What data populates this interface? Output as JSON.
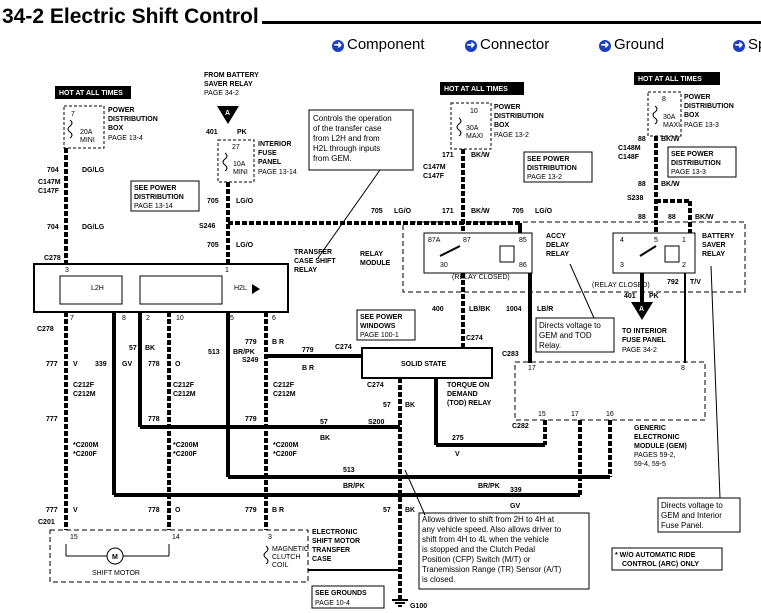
{
  "header": {
    "title": "34-2 Electric Shift Control",
    "nav": [
      {
        "label": "Component"
      },
      {
        "label": "Connector"
      },
      {
        "label": "Ground"
      },
      {
        "label": "Sp"
      }
    ]
  },
  "labels": {
    "hot1": "HOT AT ALL TIMES",
    "hot2": "HOT AT ALL TIMES",
    "hot3": "HOT AT ALL TIMES",
    "pdb1": [
      "POWER",
      "DISTRIBUTION",
      "BOX",
      "PAGE  13-4"
    ],
    "pdb2": [
      "POWER",
      "DISTRIBUTION",
      "BOX",
      "PAGE  13-2"
    ],
    "pdb3": [
      "POWER",
      "DISTRIBUTION",
      "BOX",
      "PAGE  13-3"
    ],
    "fuse7": "7",
    "fuse7a": "20A",
    "fuse7b": "MINI",
    "fuse10": "10",
    "fuse10a": "30A",
    "fuse10b": "MAXI",
    "fuse8": "8",
    "fuse8a": "30A",
    "fuse8b": "MAXI",
    "fuse27": "27",
    "fuse27a": "10A",
    "fuse27b": "MINI",
    "fromrelay": [
      "FROM BATTERY",
      "SAVER RELAY",
      "PAGE 34-2"
    ],
    "connA": "A",
    "w401": "401",
    "pk": "PK",
    "ifp": [
      "INTERIOR",
      "FUSE",
      "PANEL",
      "PAGE  13-14"
    ],
    "controls": [
      "Controls the operation",
      "of the transfer case",
      "from L2H and from",
      "H2L through inputs",
      "from GEM."
    ],
    "seepd1": [
      "SEE POWER",
      "DISTRIBUTION",
      "PAGE  13-14"
    ],
    "seepd2": [
      "SEE POWER",
      "DISTRIBUTION",
      "PAGE  13-2"
    ],
    "seepd3": [
      "SEE POWER",
      "DISTRIBUTION",
      "PAGE  13-3"
    ],
    "w704": "704",
    "dglg": "DG/LG",
    "c147m": "C147M",
    "c147f": "C147F",
    "w705": "705",
    "lgo": "LG/O",
    "s246": "S246",
    "w171": "171",
    "bkw": "BK/W",
    "w88": "88",
    "s238": "S238",
    "c148m": "C148M",
    "c148f": "C148F",
    "relaymodule": [
      "RELAY",
      "MODULE"
    ],
    "accy": [
      "ACCY",
      "DELAY",
      "RELAY"
    ],
    "bsr": [
      "BATTERY",
      "SAVER",
      "RELAY"
    ],
    "relayclosed": "(RELAY CLOSED)",
    "tcsr": [
      "TRANSFER",
      "CASE SHIFT",
      "RELAY"
    ],
    "c278": "C278",
    "l2h": "L2H",
    "h2l": "H2L",
    "seepw": [
      "SEE POWER",
      "WINDOWS",
      "PAGE  100-1"
    ],
    "w400": "400",
    "lbbk": "LB/BK",
    "c274": "C274",
    "w1004": "1004",
    "lbr": "LB/R",
    "directs1": [
      "Directs voltage to",
      "GEM and TOD",
      "Relay."
    ],
    "toifp": [
      "TO INTERIOR",
      "FUSE PANEL",
      "PAGE  34-2"
    ],
    "w792": "792",
    "tv": "T/V",
    "c283": "C283",
    "solid": "SOLID STATE",
    "tod": [
      "TORQUE ON",
      "DEMAND",
      "(TOD) RELAY"
    ],
    "w777": "777",
    "v": "V",
    "w339": "339",
    "gv": "GV",
    "w57": "57",
    "bk": "BK",
    "w778": "778",
    "o": "O",
    "w513": "513",
    "brpk": "BR/PK",
    "w779": "779",
    "br": "B R",
    "s249": "S249",
    "c212f": "C212F",
    "c212m": "C212M",
    "c200m": "*C200M",
    "c200f": "*C200F",
    "s200": "S200",
    "w275": "275",
    "c282": "C282",
    "gem": [
      "GENERIC",
      "ELECTRONIC",
      "MODULE (GEM)",
      "PAGES  59-2,",
      "59-4,  59-5"
    ],
    "c201": "C201",
    "esm": [
      "ELECTRONIC",
      "SHIFT MOTOR",
      "TRANSFER",
      "CASE"
    ],
    "shiftmotor": "SHIFT MOTOR",
    "mcc": [
      "MAGNETIC",
      "CLUTCH",
      "COIL"
    ],
    "allows": [
      "Allows driver to shift from 2H to 4H at",
      "any vehicle speed.  Also allows driver to",
      "shift from 4H to 4L when the vehicle",
      "is stopped and the Clutch Pedal",
      "Position (CFP) Switch (M/T) or",
      "Tranemission Range (TR) Sensor (A/T)",
      "is closed."
    ],
    "seegr": [
      "SEE GROUNDS",
      "PAGE  10-4"
    ],
    "g100": "G100",
    "directs2": [
      "Directs voltage to",
      "GEM and Interior",
      "Fuse Panel."
    ],
    "arc": [
      "*  W/O AUTOMATIC RIDE",
      "CONTROL (ARC) ONLY"
    ]
  }
}
